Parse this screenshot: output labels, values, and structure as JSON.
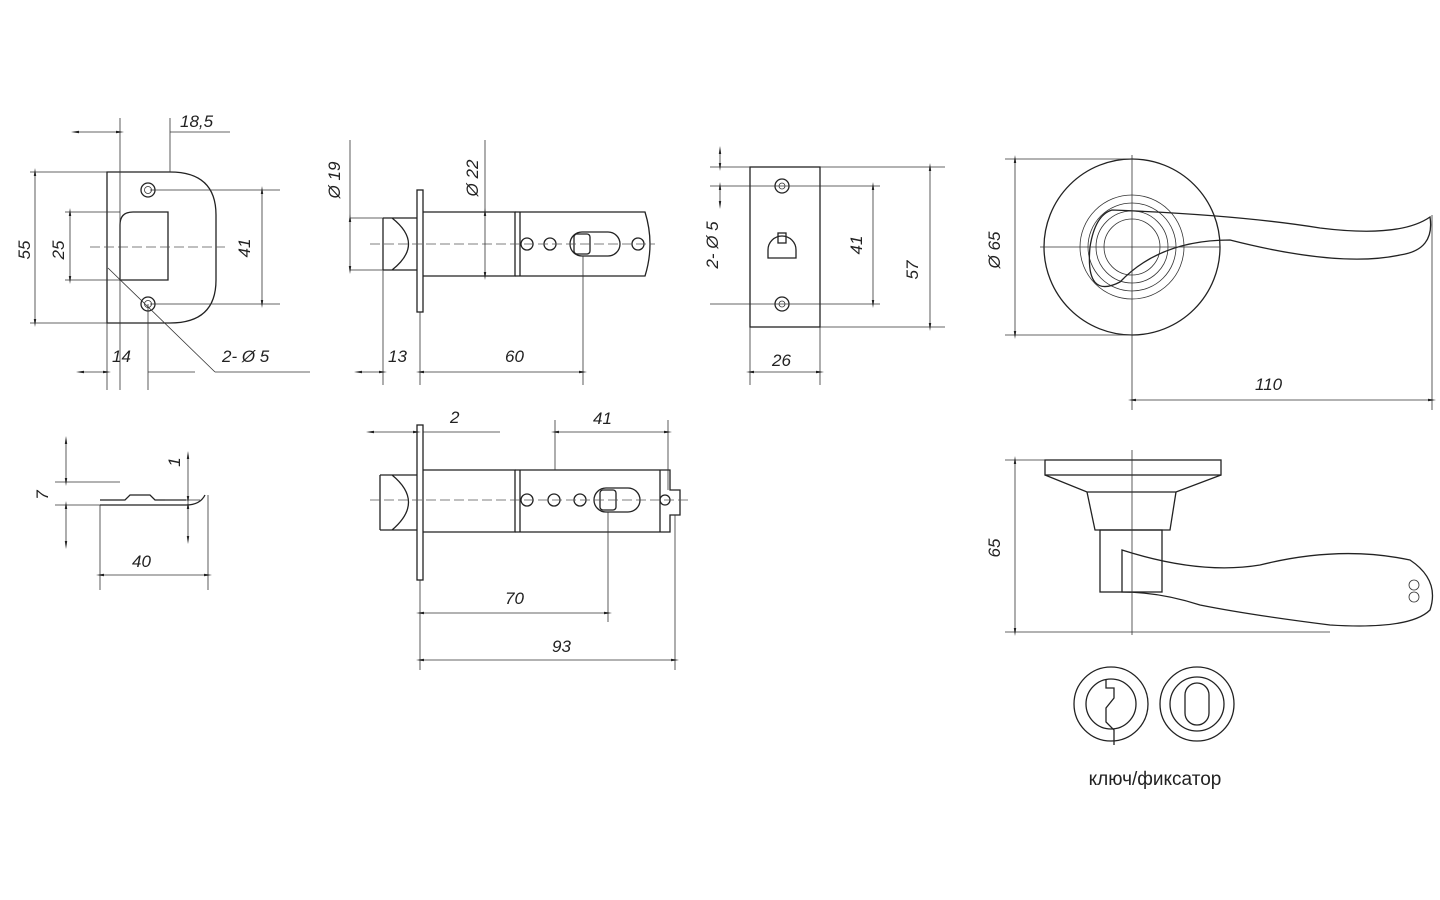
{
  "strike_plate_front": {
    "width_offset": "18,5",
    "height": "55",
    "opening": "25",
    "hole_spacing": "41",
    "hole_offset": "14",
    "holes": "2- Ø 5"
  },
  "latch_side": {
    "bolt_diameter": "Ø 19",
    "body_diameter": "Ø 22",
    "faceplate_to_bolt": "13",
    "backset": "60"
  },
  "faceplate_front": {
    "holes": "2- Ø 5",
    "hole_spacing": "41",
    "height": "57",
    "width": "26"
  },
  "strike_plate_side": {
    "depth": "7",
    "thickness": "1",
    "length": "40"
  },
  "latch_extended": {
    "faceplate_thickness": "2",
    "slot_length": "41",
    "backset": "70",
    "total_length": "93"
  },
  "handle_front": {
    "rose_diameter": "Ø 65",
    "lever_length": "110"
  },
  "handle_side": {
    "height": "65"
  },
  "turn_options": {
    "caption": "ключ/фиксатор"
  }
}
